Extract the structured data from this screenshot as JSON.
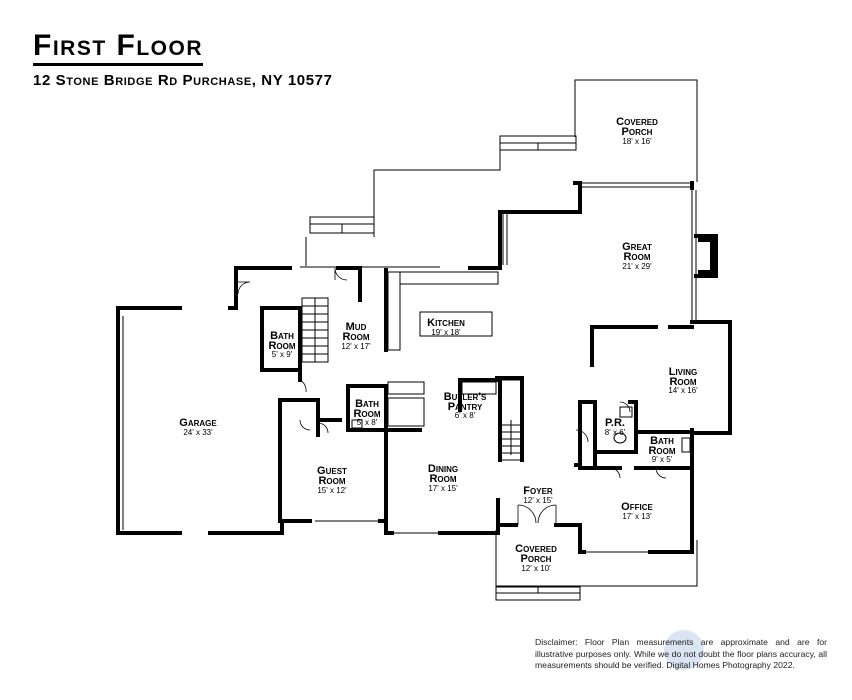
{
  "header": {
    "title": "First Floor",
    "address": "12 Stone Bridge Rd Purchase, NY 10577"
  },
  "rooms": [
    {
      "key": "covered_porch_top",
      "name": [
        "Covered",
        "Porch"
      ],
      "dims": "18' x 16'"
    },
    {
      "key": "great_room",
      "name": [
        "Great",
        "Room"
      ],
      "dims": "21' x 29'"
    },
    {
      "key": "kitchen",
      "name": [
        "Kitchen"
      ],
      "dims": "19' x 18'"
    },
    {
      "key": "mud_room",
      "name": [
        "Mud",
        "Room"
      ],
      "dims": "12' x 17'"
    },
    {
      "key": "bath_left",
      "name": [
        "Bath",
        "Room"
      ],
      "dims": "5' x 9'"
    },
    {
      "key": "living_room",
      "name": [
        "Living",
        "Room"
      ],
      "dims": "14' x 16'"
    },
    {
      "key": "garage",
      "name": [
        "Garage"
      ],
      "dims": "24' x 33'"
    },
    {
      "key": "bath_center",
      "name": [
        "Bath",
        "Room"
      ],
      "dims": "5' x 8'"
    },
    {
      "key": "butlers_pantry",
      "name": [
        "Butler's",
        "Pantry"
      ],
      "dims": "6' x 8'"
    },
    {
      "key": "powder_room",
      "name": [
        "P.R."
      ],
      "dims": "8' x 6'"
    },
    {
      "key": "bath_right",
      "name": [
        "Bath",
        "Room"
      ],
      "dims": "9' x 5'"
    },
    {
      "key": "guest_room",
      "name": [
        "Guest",
        "Room"
      ],
      "dims": "15' x 12'"
    },
    {
      "key": "dining_room",
      "name": [
        "Dining",
        "Room"
      ],
      "dims": "17' x 15'"
    },
    {
      "key": "foyer",
      "name": [
        "Foyer"
      ],
      "dims": "12' x 15'"
    },
    {
      "key": "office",
      "name": [
        "Office"
      ],
      "dims": "17' x 13'"
    },
    {
      "key": "covered_porch_bottom",
      "name": [
        "Covered",
        "Porch"
      ],
      "dims": "12' x 10'"
    }
  ],
  "disclaimer": "Disclaimer: Floor Plan measurements are approximate and are for illustrative purposes only. While we do not doubt the floor plans accuracy, all measurements should be verified. Digital Homes Photography 2022."
}
